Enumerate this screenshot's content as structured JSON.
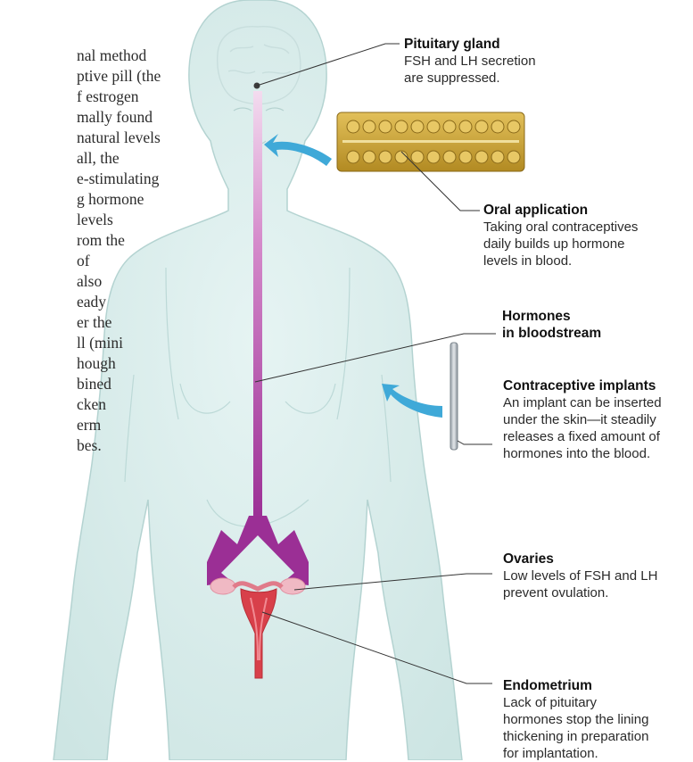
{
  "body_text_lines": [
    "nal method",
    "ptive pill (the",
    "f estrogen",
    "mally found",
    "natural levels",
    "all, the",
    "e-stimulating",
    "g hormone",
    "levels",
    "rom the",
    "of",
    "also",
    "eady",
    "er the",
    "ll (mini",
    "hough",
    "bined",
    "cken",
    "erm",
    "bes."
  ],
  "labels": {
    "pituitary": {
      "title": "Pituitary gland",
      "desc": [
        "FSH and LH secretion",
        "are suppressed."
      ]
    },
    "oral": {
      "title": "Oral application",
      "desc": [
        "Taking oral contraceptives",
        "daily builds up hormone",
        "levels in blood."
      ]
    },
    "hormones": {
      "title": [
        "Hormones",
        "in bloodstream"
      ]
    },
    "implants": {
      "title": "Contraceptive implants",
      "desc": [
        "An implant can be inserted",
        "under the skin—it steadily",
        "releases a fixed amount of",
        "hormones into the blood."
      ]
    },
    "ovaries": {
      "title": "Ovaries",
      "desc": [
        "Low levels of FSH and LH",
        "prevent ovulation."
      ]
    },
    "endometrium": {
      "title": "Endometrium",
      "desc": [
        "Lack of pituitary",
        "hormones stop the lining",
        "thickening in preparation",
        "for implantation."
      ]
    }
  },
  "colors": {
    "body_fill": "#d6ecea",
    "body_outline": "#b7d6d4",
    "arrow_blue": "#3fa9d8",
    "hormone_top": "#f1d6ec",
    "hormone_bottom": "#9b2f95",
    "pill_pack": "#c9a233",
    "uterus": "#d8404a"
  }
}
